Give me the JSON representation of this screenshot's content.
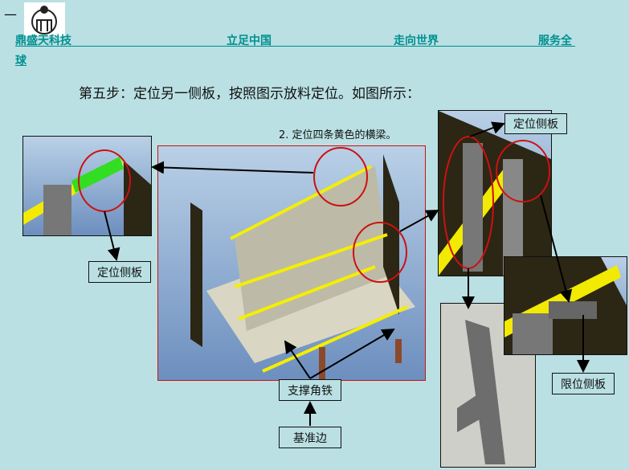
{
  "header": {
    "dash": "—",
    "logo_alt": "鼎盛天科技 logo",
    "nav": [
      "鼎盛天科技",
      "立足中国",
      "走向世界",
      "服务全",
      "球"
    ]
  },
  "content": {
    "step_text": "第五步：定位另一侧板，按照图示放料定位。如图所示：",
    "caption": "2. 定位四条黄色的横梁。",
    "labels": {
      "left_positioning_plate": "定位侧板",
      "top_positioning_plate": "定位侧板",
      "support_angle": "支撑角铁",
      "reference_edge": "基准边",
      "limit_plate": "限位侧板"
    }
  },
  "colors": {
    "background": "#bae0e3",
    "link": "#009090",
    "highlight": "#cc1111",
    "beam": "#f5ee00"
  }
}
